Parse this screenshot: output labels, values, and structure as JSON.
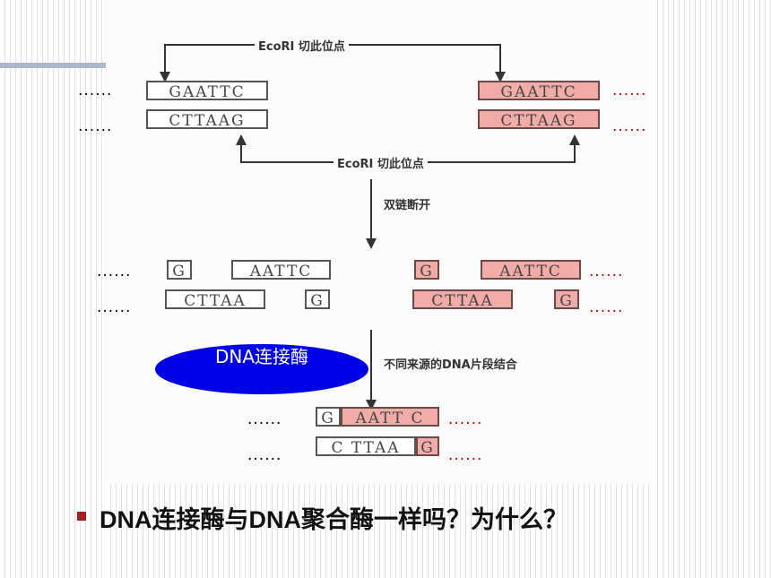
{
  "top": {
    "site_label_top": "EcoRI 切此位点",
    "site_label_bottom": "EcoRI 切此位点",
    "left_strand_top": "GAATTC",
    "left_strand_bottom": "CTTAAG",
    "right_strand_top": "GAATTC",
    "right_strand_bottom": "CTTAAG"
  },
  "step1_label": "双链断开",
  "middle": {
    "left_g": "G",
    "left_aattc": "AATTC",
    "left_cttaa": "CTTAA",
    "left_g2": "G",
    "right_g": "G",
    "right_aattc": "AATTC",
    "right_cttaa": "CTTAA",
    "right_g2": "G"
  },
  "step2_label": "不同来源的DNA片段结合",
  "enzyme_label": "DNA连接酶",
  "bottom": {
    "top_g": "G",
    "top_aattc": "AATT C",
    "bottom_cttaa": "C TTAA",
    "bottom_g": "G"
  },
  "ellipsis": "......",
  "question": "DNA连接酶与DNA聚合酶一样吗？为什么？",
  "colors": {
    "red_dots": "#c00000",
    "pink_box": "#f2aca8",
    "enzyme_blue": "#0000e6",
    "bullet": "#a32020"
  }
}
